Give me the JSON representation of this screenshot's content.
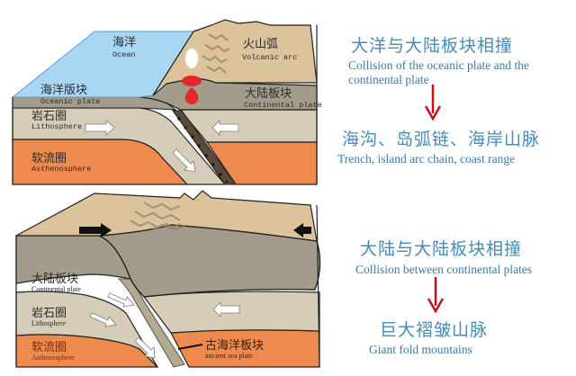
{
  "top_diagram": {
    "ocean": {
      "cn": "海洋",
      "en": "Ocean"
    },
    "volcanic_arc": {
      "cn": "火山弧",
      "en": "Volcanic arc"
    },
    "oceanic_plate": {
      "cn": "海洋版块",
      "en": "Oceanic plate"
    },
    "continental_plate": {
      "cn": "大陆板块",
      "en": "Continental plate"
    },
    "lithosphere": {
      "cn": "岩石圈",
      "en": "Lithosphere"
    },
    "asthenosphere": {
      "cn": "软流圈",
      "en": "Asthenosphere"
    }
  },
  "bottom_diagram": {
    "continental_plate": {
      "cn": "大陆板块",
      "en": "Continental plate"
    },
    "lithosphere": {
      "cn": "岩石圈",
      "en": "Lithosphere"
    },
    "asthenosphere": {
      "cn": "软流圈",
      "en": "Asthenosphere"
    },
    "ancient_sea_plate": {
      "cn": "古海洋板块",
      "en": "ancient sea plate"
    }
  },
  "top_panel": {
    "title_cn": "大洋与大陆板块相撞",
    "title_en_line1": "Collision of the oceanic plate and the",
    "title_en_line2": "continental plate",
    "result_cn": "海沟、岛弧链、海岸山脉",
    "result_en": "Trench, island arc chain, coast range"
  },
  "bottom_panel": {
    "title_cn": "大陆与大陆板块相撞",
    "title_en": "Collision between continental plates",
    "result_cn": "巨大褶皱山脉",
    "result_en": "Giant fold mountains"
  },
  "colors": {
    "ocean": "#a9d6f2",
    "crust_tan": "#dcc39c",
    "plate_gray": "#a39c8a",
    "lithosphere": "#d6cdb8",
    "asthenosphere": "#ef8a4f",
    "magma": "#e5262a",
    "arrow_red": "#c4121a",
    "text_blue": "#3d7aa8"
  }
}
